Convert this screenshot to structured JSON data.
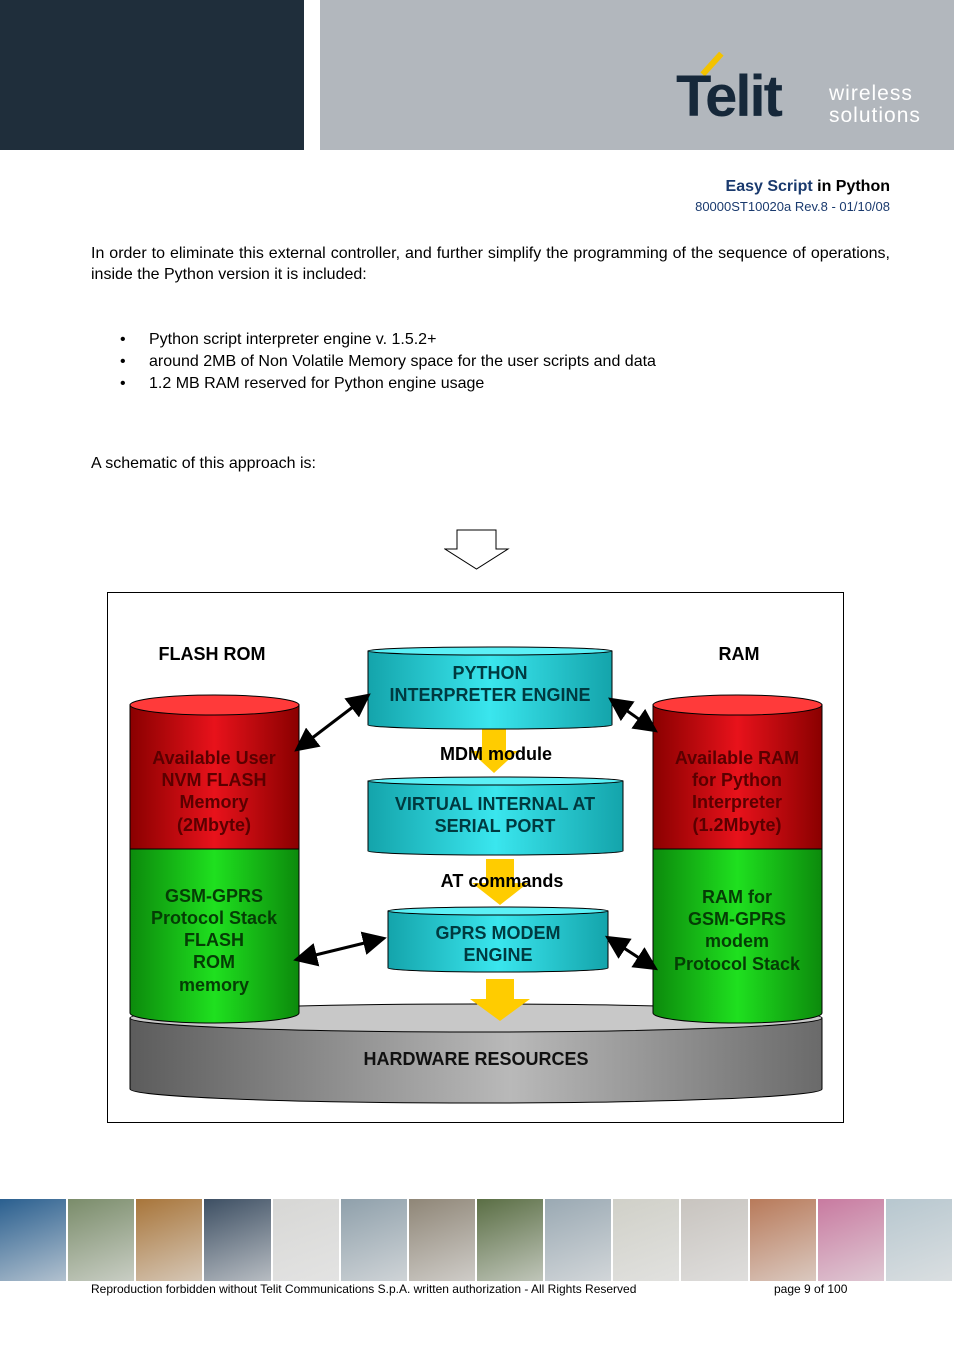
{
  "header": {
    "logo_word": "Telit",
    "logo_sub_1": "wireless",
    "logo_sub_2": "solutions",
    "title_brand": "Easy Script",
    "title_rest": " in Python",
    "revision": "80000ST10020a Rev.8 - 01/10/08"
  },
  "body": {
    "intro": "In order to eliminate this external controller, and further simplify the programming of the sequence of operations, inside the Python version it is included:",
    "bullets": [
      "Python script interpreter engine v. 1.5.2+",
      "around 2MB of Non Volatile Memory space for the user scripts and data",
      "1.2 MB RAM reserved for Python engine usage"
    ],
    "schematic_intro": "A schematic of this approach is:"
  },
  "diagram": {
    "flash_rom": "FLASH ROM",
    "ram": "RAM",
    "python_1": "PYTHON",
    "python_2": "INTERPRETER ENGINE",
    "mdm_module": "MDM module",
    "virtual_1": "VIRTUAL INTERNAL AT",
    "virtual_2": "SERIAL PORT",
    "at_commands": "AT commands",
    "gprs_1": "GPRS MODEM",
    "gprs_2": "ENGINE",
    "left_red": [
      "Available User",
      "NVM FLASH",
      "Memory",
      "(2Mbyte)"
    ],
    "left_green": [
      "GSM-GPRS",
      "Protocol Stack",
      "FLASH",
      "ROM",
      "memory"
    ],
    "right_red": [
      "Available RAM",
      "for Python",
      "Interpreter",
      "(1.2Mbyte)"
    ],
    "right_green": [
      "RAM for",
      "GSM-GPRS",
      "modem",
      "Protocol Stack"
    ],
    "hardware": "HARDWARE RESOURCES",
    "colors": {
      "red": "#e8121b",
      "green": "#1fe01f",
      "cyan": "#22d8e0",
      "gray": "#8f8f8f",
      "yellow": "#ffcc00"
    }
  },
  "footer": {
    "copyright": "Reproduction forbidden without Telit Communications S.p.A. written authorization - All Rights Reserved",
    "page": "page 9 of 100",
    "strip_tiles": [
      "#2a5f8f",
      "#7a8c6a",
      "#a8753a",
      "#3d4f63",
      "#d7d7d5",
      "#8fa0ab",
      "#8f8677",
      "#5a6e44",
      "#9aa9b3",
      "#d0d0c8",
      "#c8c4bf",
      "#b87a5a",
      "#c87aa0",
      "#b7c7cf"
    ]
  }
}
